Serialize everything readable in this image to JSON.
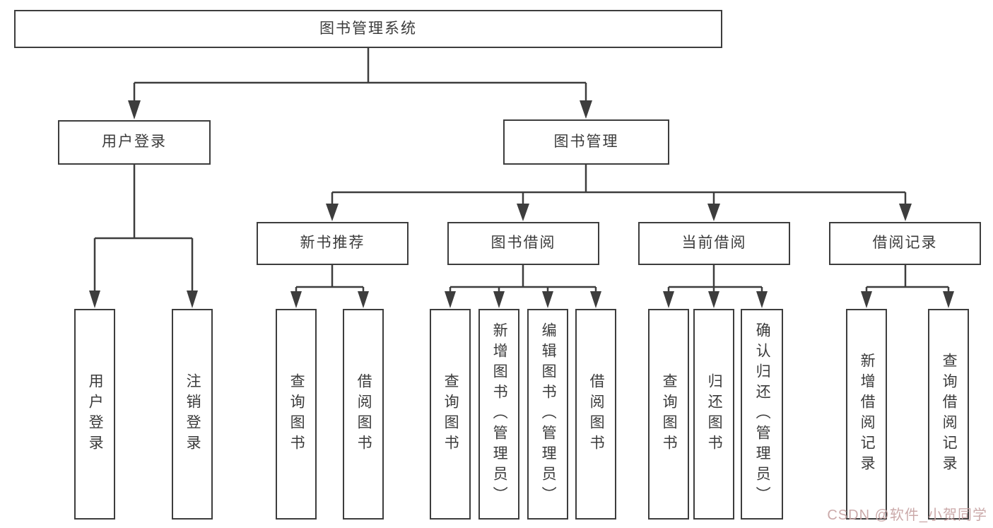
{
  "colors": {
    "line": "#3d3d3d",
    "box_border": "#3d3d3d",
    "text": "#3b3b3b",
    "watermark": "#c9a6a6",
    "background": "#ffffff"
  },
  "watermark": "CSDN @软件_小贺同学",
  "tree": {
    "root": "图书管理系统",
    "user_branch": {
      "label": "用户登录",
      "children": [
        "用户登录",
        "注销登录"
      ]
    },
    "book_branch": {
      "label": "图书管理",
      "groups": [
        {
          "label": "新书推荐",
          "children": [
            "查询图书",
            "借阅图书"
          ]
        },
        {
          "label": "图书借阅",
          "children": [
            "查询图书",
            "新增图书（管理员）",
            "编辑图书（管理员）",
            "借阅图书"
          ]
        },
        {
          "label": "当前借阅",
          "children": [
            "查询图书",
            "归还图书",
            "确认归还（管理员）"
          ]
        },
        {
          "label": "借阅记录",
          "children": [
            "新增借阅记录",
            "查询借阅记录"
          ]
        }
      ]
    }
  }
}
